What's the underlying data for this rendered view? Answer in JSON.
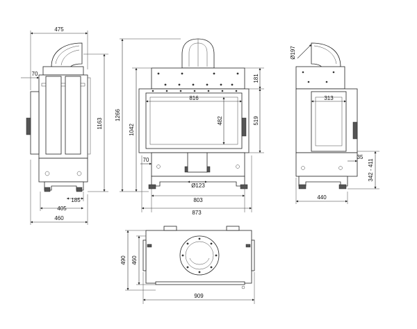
{
  "diagram": {
    "side_view": {
      "dimensions": {
        "top_width": "475",
        "flue_offset": "70",
        "height": "1163",
        "base_depth": "405",
        "total_depth": "460",
        "foot_offset": "185"
      }
    },
    "front_view": {
      "dimensions": {
        "overall_height": "1266",
        "body_height": "1042",
        "top_section": "181",
        "glass_height": "519",
        "glass_width": "816",
        "inner_height": "482",
        "air_inlet_offset": "70",
        "air_inlet_diameter": "Ø123",
        "base_width": "803",
        "total_width": "873"
      }
    },
    "right_view": {
      "dimensions": {
        "flue_diameter": "Ø197",
        "glass_width": "313",
        "foot_offset": "35",
        "foot_height_range": "342 - 411",
        "total_depth": "440"
      }
    },
    "top_view": {
      "dimensions": {
        "outer_depth": "490",
        "inner_depth": "460",
        "total_width": "909"
      }
    }
  }
}
